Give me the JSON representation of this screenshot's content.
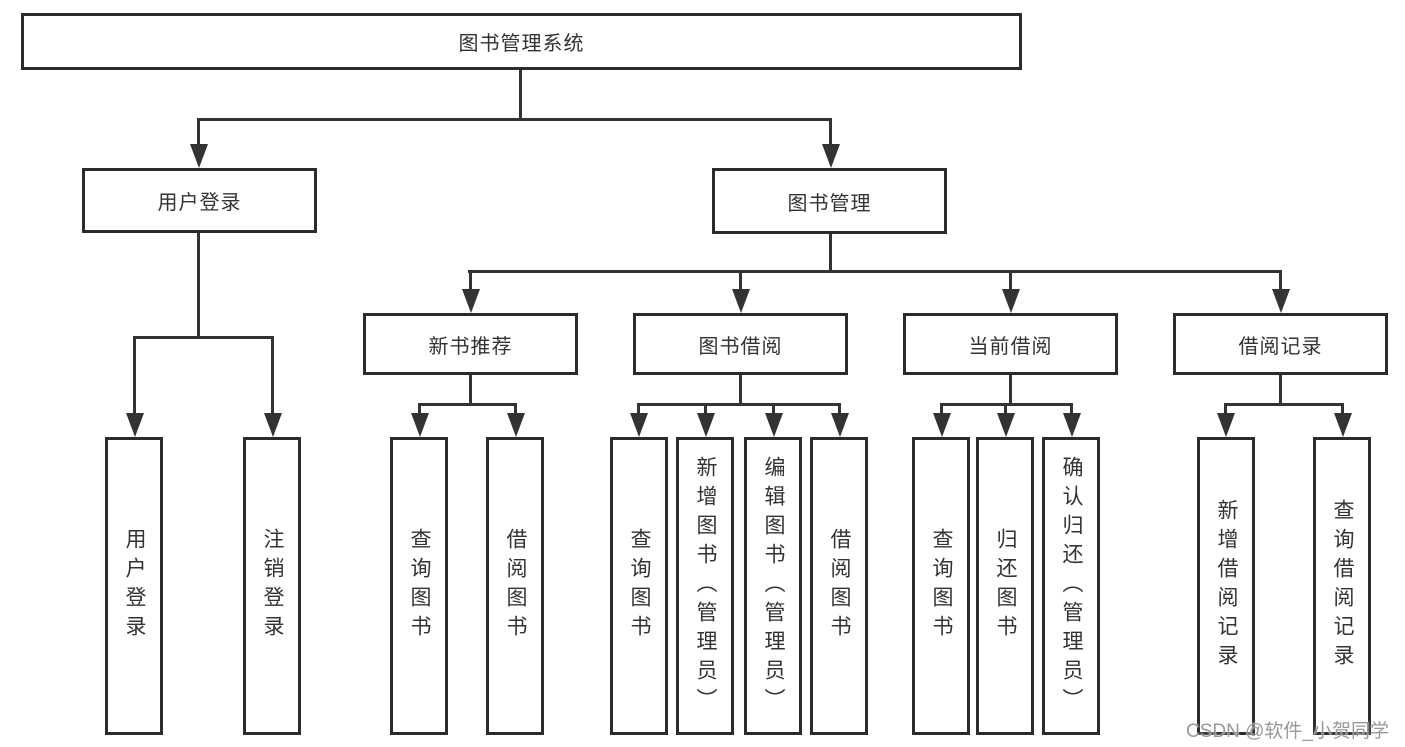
{
  "diagram": {
    "root": {
      "label": "图书管理系统"
    },
    "level2": [
      {
        "label": "用户登录"
      },
      {
        "label": "图书管理"
      }
    ],
    "level3": [
      {
        "label": "新书推荐"
      },
      {
        "label": "图书借阅"
      },
      {
        "label": "当前借阅"
      },
      {
        "label": "借阅记录"
      }
    ],
    "leaves": [
      {
        "label": "用户登录"
      },
      {
        "label": "注销登录"
      },
      {
        "label": "查询图书"
      },
      {
        "label": "借阅图书"
      },
      {
        "label": "查询图书"
      },
      {
        "label": "新增图书（管理员）"
      },
      {
        "label": "编辑图书（管理员）"
      },
      {
        "label": "借阅图书"
      },
      {
        "label": "查询图书"
      },
      {
        "label": "归还图书"
      },
      {
        "label": "确认归还（管理员）"
      },
      {
        "label": "新增借阅记录"
      },
      {
        "label": "查询借阅记录"
      }
    ],
    "colors": {
      "line": "#333333",
      "box_border": "#2b2b2b",
      "text": "#333333",
      "watermark": "#949494"
    }
  },
  "watermark": {
    "text": "CSDN @软件_小贺同学"
  }
}
